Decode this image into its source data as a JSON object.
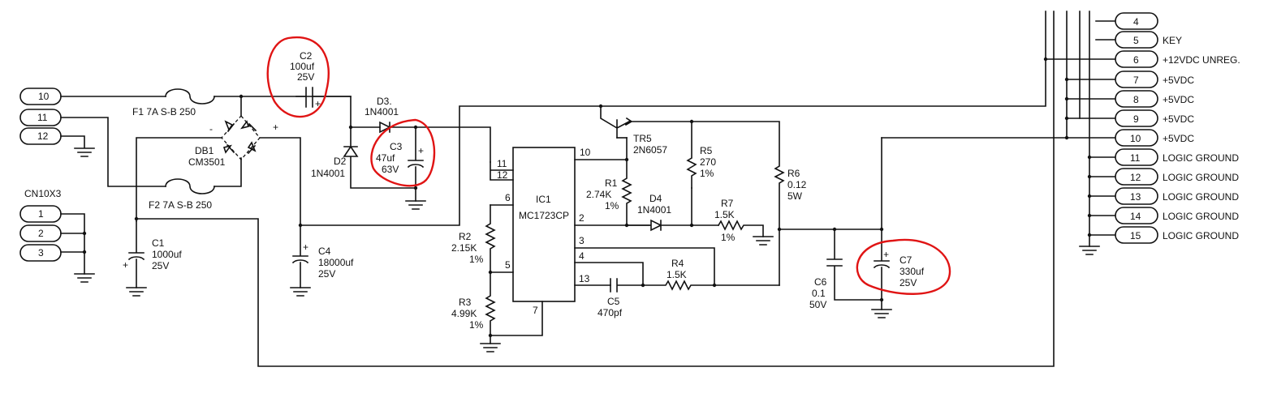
{
  "connector_left": {
    "pins_top": [
      "10",
      "11",
      "12"
    ],
    "ref": "CN10X3",
    "pins_bottom": [
      "1",
      "2",
      "3"
    ]
  },
  "connector_right": {
    "pins": [
      "4",
      "5",
      "6",
      "7",
      "8",
      "9",
      "10",
      "11",
      "12",
      "13",
      "14",
      "15"
    ],
    "labels": [
      "",
      "KEY",
      "+12VDC UNREG.",
      "+5VDC",
      "+5VDC",
      "+5VDC",
      "+5VDC",
      "LOGIC GROUND",
      "LOGIC GROUND",
      "LOGIC GROUND",
      "LOGIC GROUND",
      "LOGIC GROUND"
    ]
  },
  "fuses": {
    "f1": "F1 7A S-B 250",
    "f2": "F2 7A S-B 250"
  },
  "bridge": {
    "ref": "DB1",
    "part": "CM3501",
    "minus": "-",
    "plus": "+"
  },
  "caps": {
    "c1": [
      "C1",
      "1000uf",
      "25V"
    ],
    "c2": [
      "C2",
      "100uf",
      "25V"
    ],
    "c3": [
      "C3",
      "47uf",
      "63V"
    ],
    "c4": [
      "C4",
      "18000uf",
      "25V"
    ],
    "c5": [
      "C5",
      "470pf"
    ],
    "c6": [
      "C6",
      "0.1",
      "50V"
    ],
    "c7": [
      "C7",
      "330uf",
      "25V"
    ]
  },
  "diodes": {
    "d2": [
      "D2",
      "1N4001"
    ],
    "d3": [
      "D3.",
      "1N4001"
    ],
    "d4": [
      "D4",
      "1N4001"
    ]
  },
  "resistors": {
    "r1": [
      "R1",
      "2.74K",
      "1%"
    ],
    "r2": [
      "R2",
      "2.15K",
      "1%"
    ],
    "r3": [
      "R3",
      "4.99K",
      "1%"
    ],
    "r4": [
      "R4",
      "1.5K"
    ],
    "r5": [
      "R5",
      "270",
      "1%"
    ],
    "r6": [
      "R6",
      "0.12",
      "5W"
    ],
    "r7": [
      "R7",
      "1.5K",
      "1%"
    ]
  },
  "transistor": [
    "TR5",
    "2N6057"
  ],
  "ic": {
    "ref": "IC1",
    "part": "MC1723CP",
    "pins": {
      "p10": "10",
      "p11": "11",
      "p12": "12",
      "p6": "6",
      "p2": "2",
      "p3": "3",
      "p4": "4",
      "p5": "5",
      "p13": "13",
      "p7": "7"
    }
  },
  "polarity_plus": "+",
  "highlight_color": "#e01414"
}
